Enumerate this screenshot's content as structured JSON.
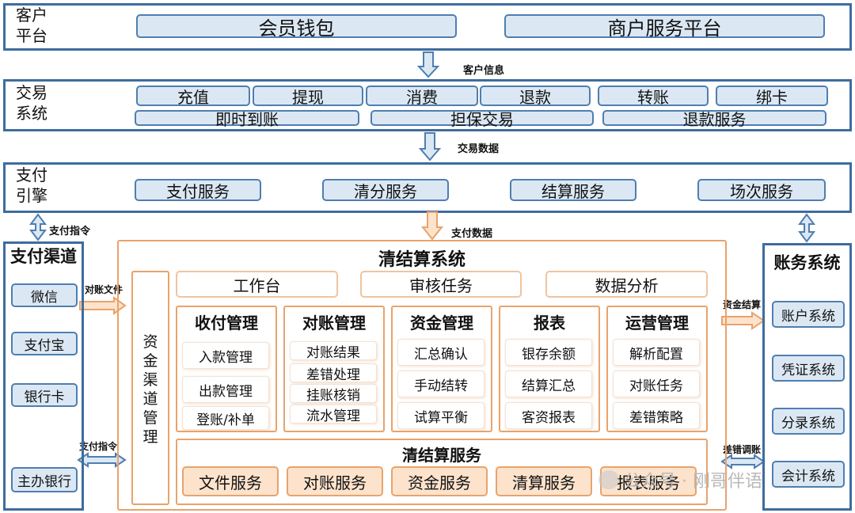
{
  "customer": {
    "label": "客户\n平台",
    "items": [
      "会员钱包",
      "商户服务平台"
    ]
  },
  "arrow1": {
    "label": "客户信息"
  },
  "trade": {
    "label": "交易\n系统",
    "row1": [
      "充值",
      "提现",
      "消费",
      "退款",
      "转账",
      "绑卡"
    ],
    "row2": [
      "即时到账",
      "担保交易",
      "退款服务"
    ]
  },
  "arrow2": {
    "label": "交易数据"
  },
  "engine": {
    "label": "支付\n引擎",
    "items": [
      "支付服务",
      "清分服务",
      "结算服务",
      "场次服务"
    ]
  },
  "arrow_pay_cmd_top": {
    "label": "支付指令"
  },
  "arrow3": {
    "label": "支付数据"
  },
  "channel": {
    "title": "支付渠道",
    "items": [
      "微信",
      "支付宝",
      "银行卡",
      "主办银行"
    ]
  },
  "arrow_recon_file": {
    "label": "对账文件"
  },
  "arrow_pay_cmd_bottom": {
    "label": "支付指令"
  },
  "clearing": {
    "title": "清结算系统",
    "vertical": "资金渠道管理",
    "top": [
      "工作台",
      "审核任务",
      "数据分析"
    ],
    "modules": [
      {
        "title": "收付管理",
        "items": [
          "入款管理",
          "出款管理",
          "登账/补单"
        ]
      },
      {
        "title": "对账管理",
        "items": [
          "对账结果",
          "差错处理",
          "挂账核销",
          "流水管理"
        ]
      },
      {
        "title": "资金管理",
        "items": [
          "汇总确认",
          "手动结转",
          "试算平衡"
        ]
      },
      {
        "title": "报表",
        "items": [
          "银存余额",
          "结算汇总",
          "客资报表"
        ]
      },
      {
        "title": "运营管理",
        "items": [
          "解析配置",
          "对账任务",
          "差错策略"
        ]
      }
    ],
    "service": {
      "title": "清结算服务",
      "items": [
        "文件服务",
        "对账服务",
        "资金服务",
        "清算服务",
        "报表服务"
      ]
    }
  },
  "arrow_fund_settle": {
    "label": "资金结算"
  },
  "arrow_error_adjust": {
    "label": "差错调账"
  },
  "accounting": {
    "title": "账务系统",
    "items": [
      "账户系统",
      "凭证系统",
      "分录系统",
      "会计系统"
    ]
  },
  "watermark": {
    "text": "公众号 · 刚哥伴语"
  },
  "colors": {
    "blue_border": "#3e6c9e",
    "blue_fill": "#dbe8f4",
    "orange_border": "#e8a36c",
    "orange_fill": "#fde3cc"
  }
}
